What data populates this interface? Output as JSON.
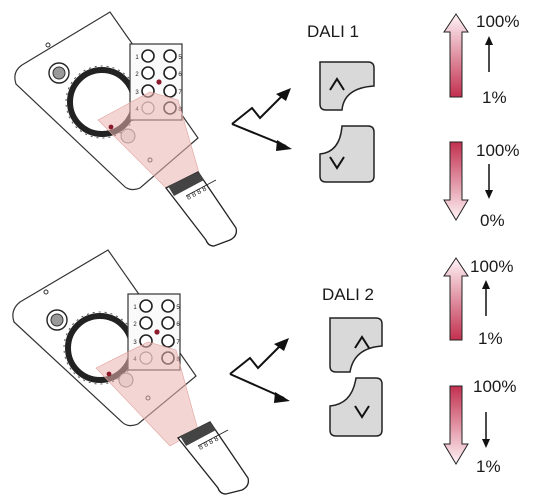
{
  "sections": [
    {
      "title": "DALI 1",
      "numbers": [
        "1",
        "2",
        "3",
        "4",
        "5",
        "6",
        "7",
        "8"
      ],
      "up_button_icon": "chevron-up-icon",
      "down_button_icon": "chevron-down-icon",
      "up_arrow": {
        "top": "100%",
        "bottom": "1%"
      },
      "down_arrow": {
        "top": "100%",
        "bottom": "0%"
      }
    },
    {
      "title": "DALI 2",
      "numbers": [
        "1",
        "2",
        "3",
        "4",
        "5",
        "6",
        "7",
        "8"
      ],
      "up_button_icon": "chevron-up-icon",
      "down_button_icon": "chevron-down-icon",
      "up_arrow": {
        "top": "100%",
        "bottom": "1%"
      },
      "down_arrow": {
        "top": "100%",
        "bottom": "1%"
      }
    }
  ],
  "colors": {
    "gradient_dark": "#c0304e",
    "gradient_light": "#fbe9ee",
    "beam": "#e9b3ae",
    "button_fill": "#d9d9d9",
    "indicator_dot": "#8b1a2b"
  }
}
